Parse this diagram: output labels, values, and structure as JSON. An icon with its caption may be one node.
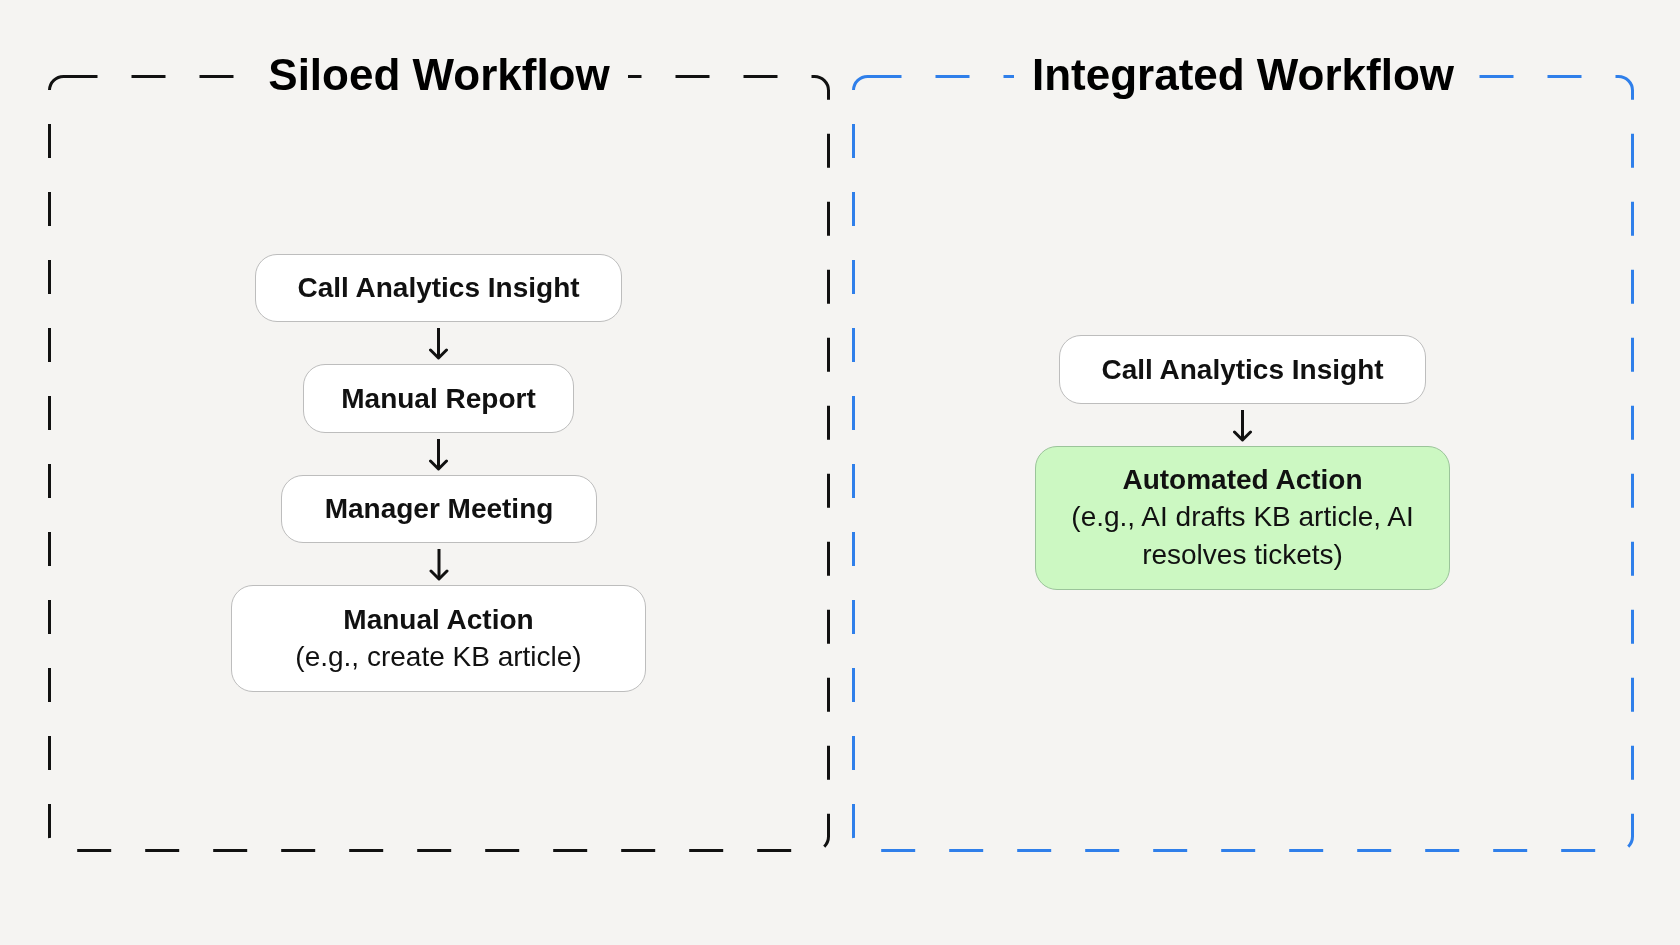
{
  "diagram": {
    "nodes": [
      {
        "text": [
          "Siloed Workflow"
        ]
      },
      {
        "text": [
          "Call Analytics Insight"
        ],
        "in": 0
      },
      {
        "text": [
          "Manual Report"
        ],
        "in": 0
      },
      {
        "text": [
          "Manager Meeting"
        ],
        "in": 0
      },
      {
        "text": [
          "Manual Action",
          "(e.g., create KB article)"
        ],
        "in": 0
      },
      {
        "text": [
          "Integrated Workflow"
        ]
      },
      {
        "text": [
          "Call Analytics Insight"
        ],
        "in": 5
      },
      {
        "text": [
          "Automated Action",
          "(e.g., AI drafts KB article, AI resolves tickets)"
        ],
        "in": 5
      }
    ],
    "edges": [
      {
        "from": 1,
        "to": 2,
        "arrow": "to"
      },
      {
        "from": 2,
        "to": 3,
        "arrow": "to"
      },
      {
        "from": 3,
        "to": 4,
        "arrow": "to"
      },
      {
        "from": 6,
        "to": 7,
        "arrow": "to"
      }
    ]
  }
}
